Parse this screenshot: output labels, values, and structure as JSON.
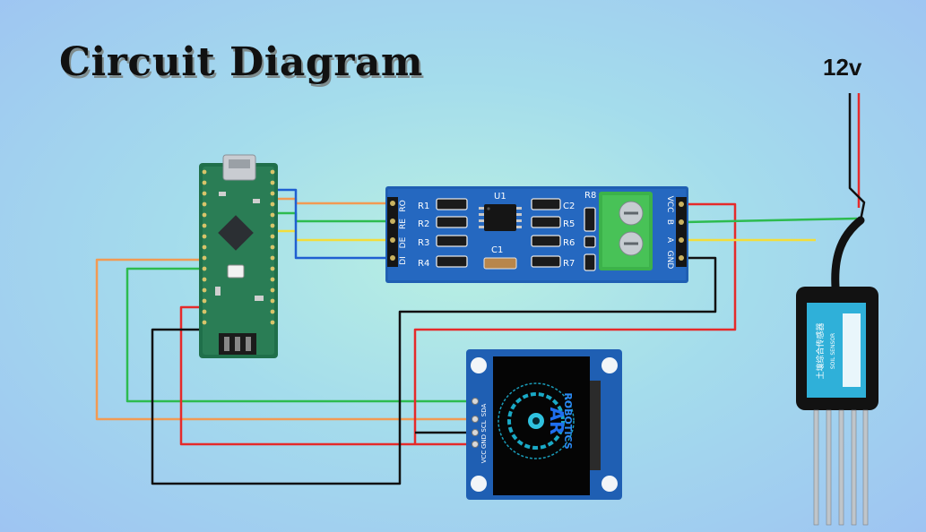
{
  "title": "Circuit Diagram",
  "supply": {
    "label": "12v"
  },
  "rs485": {
    "left_pins": [
      "RO",
      "RE",
      "DE",
      "DI"
    ],
    "right_pins": [
      "VCC",
      "B",
      "A",
      "GND"
    ],
    "resistors_left": [
      "R1",
      "R2",
      "R3",
      "R4"
    ],
    "resistors_right": [
      "C2",
      "R5",
      "R6",
      "R7"
    ],
    "chip": "U1",
    "top_label": "R8",
    "cap": "C1"
  },
  "oled": {
    "pins": [
      "VCC",
      "GND",
      "SCL",
      "SDA"
    ],
    "logo_top": "AR",
    "logo_bottom": "ROBOTICS"
  },
  "sensor": {
    "label_cn": "土壤综合传感器",
    "label_en": "SOIL SENSOR"
  },
  "colors": {
    "orange_wire": "#f29a53",
    "green_wire": "#2dbb4f",
    "yellow_wire": "#f3dd3a",
    "blue_wire": "#1f5fd1",
    "red_wire": "#e52a2a",
    "black_wire": "#111111",
    "pcb_blue": "#1f5fb3",
    "pcb_green": "#1f6f4a",
    "terminal_green": "#3cb24a"
  }
}
